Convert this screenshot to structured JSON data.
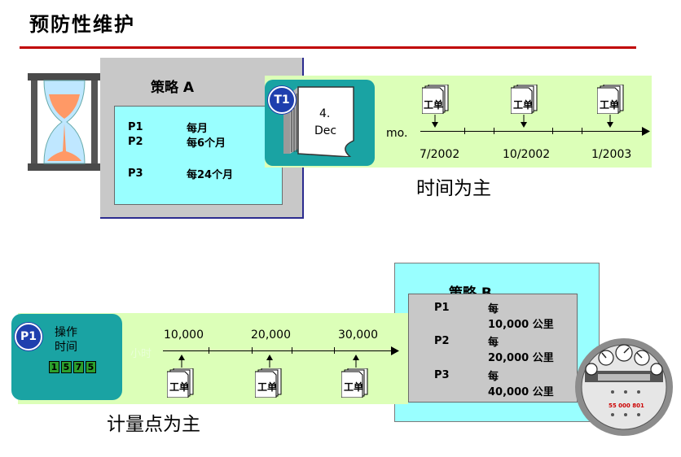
{
  "title": "预防性维护",
  "strategy_a": {
    "title": "策略 A",
    "rows": [
      {
        "pkg": "P1",
        "cycle": "每月"
      },
      {
        "pkg": "P2",
        "cycle": "每6个月"
      },
      {
        "pkg": "P3",
        "cycle": "每24个月"
      }
    ]
  },
  "time_based": {
    "badge": "T1",
    "calendar_day": "4.",
    "calendar_month": "Dec",
    "unit": "mo.",
    "order_label": "工单",
    "dates": [
      "7/2002",
      "10/2002",
      "1/2003"
    ],
    "caption": "时间为主"
  },
  "strategy_b": {
    "title": "策略 B",
    "rows": [
      {
        "pkg": "P1",
        "every": "每",
        "value": "10,000 公里"
      },
      {
        "pkg": "P2",
        "every": "每",
        "value": "20,000 公里"
      },
      {
        "pkg": "P3",
        "every": "每",
        "value": "40,000 公里"
      }
    ]
  },
  "counter_based": {
    "badge": "P1",
    "label_line1": "操作",
    "label_line2": "时间",
    "counter_digits": [
      "1",
      "5",
      "7",
      "5"
    ],
    "unit": "小时",
    "readings": [
      "10,000",
      "20,000",
      "30,000"
    ],
    "order_label": "工单",
    "caption": "计量点为主"
  },
  "meter": {
    "reading": "55 000 801"
  },
  "colors": {
    "accent_rule": "#c00000",
    "teal": "#1aa3a3",
    "light_green": "#dcffb8",
    "cyan": "#99ffff",
    "gray": "#c8c8c8",
    "badge_blue": "#1f3fae"
  }
}
